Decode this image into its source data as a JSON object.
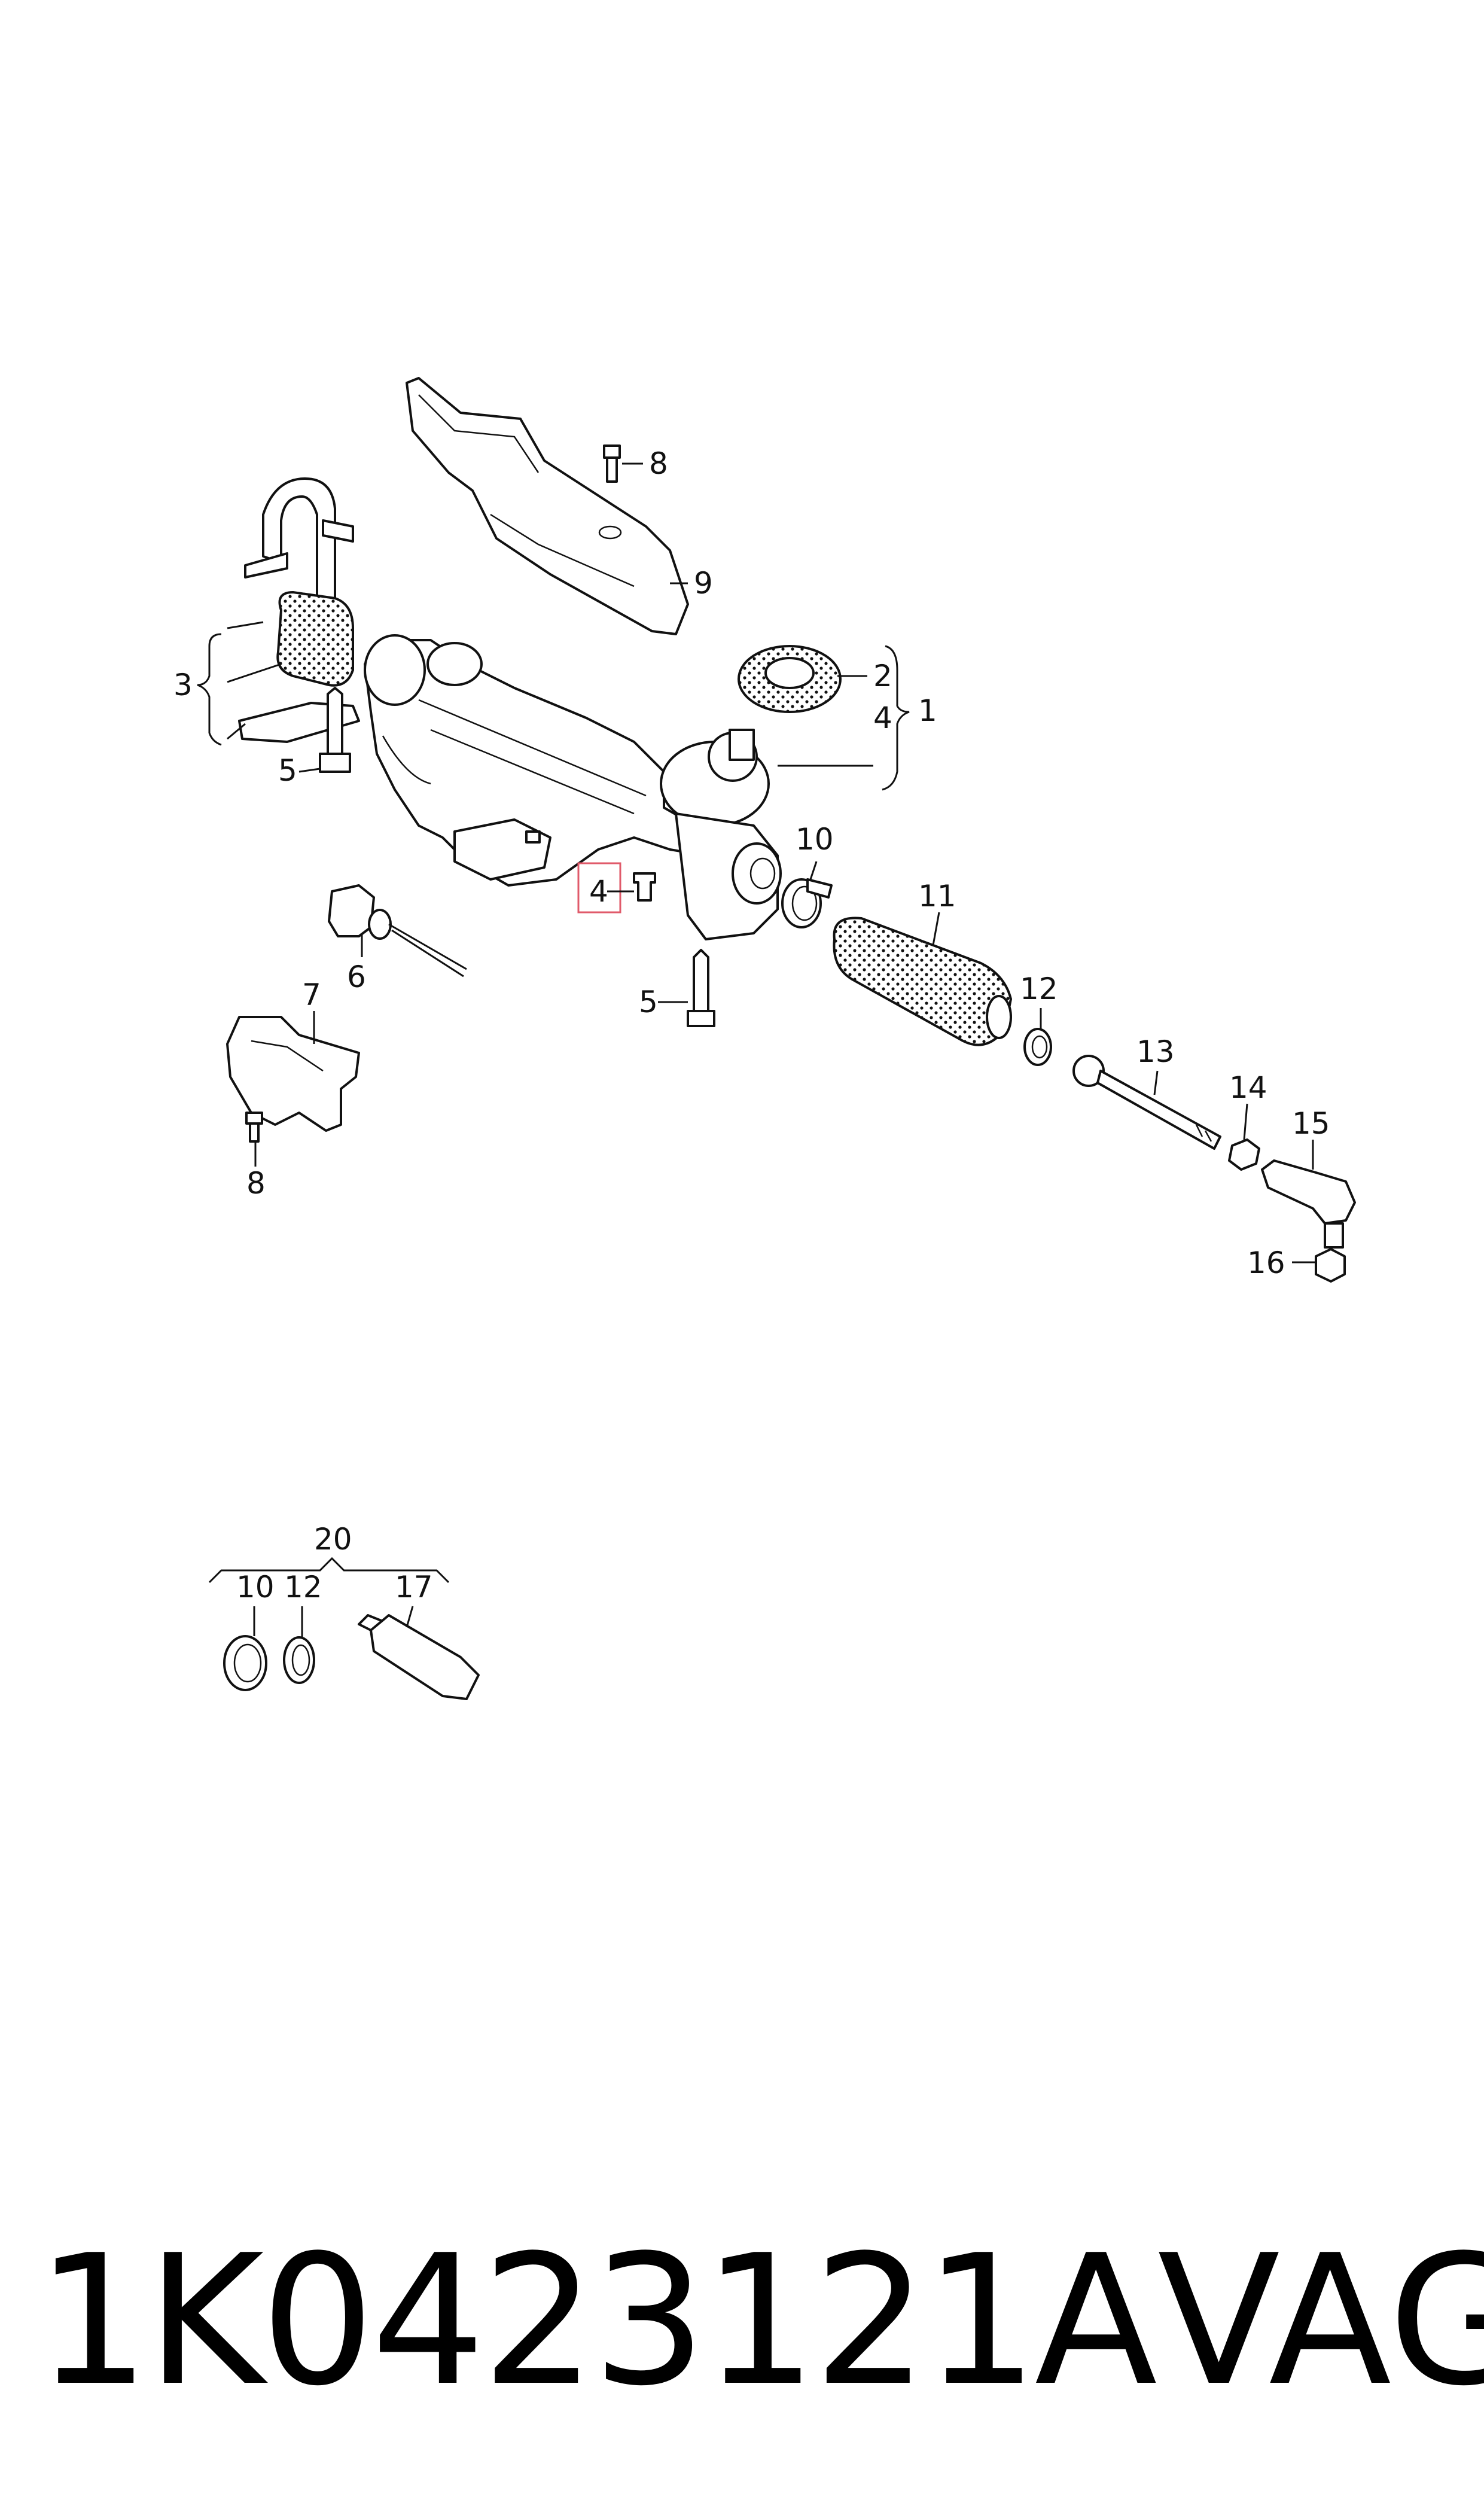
{
  "diagram": {
    "callouts": {
      "c1": "1",
      "c2": "2",
      "c3": "3",
      "c4_top": "4",
      "c4_highlight": "4",
      "c5_left": "5",
      "c5_bottom": "5",
      "c6": "6",
      "c7": "7",
      "c8_top": "8",
      "c8_bottom": "8",
      "c9": "9",
      "c10": "10",
      "c11": "11",
      "c12": "12",
      "c13": "13",
      "c14": "14",
      "c15": "15",
      "c16": "16"
    },
    "kit": {
      "group": "20",
      "items": [
        "10",
        "12",
        "17"
      ]
    },
    "highlight_color": "#e05a6a"
  },
  "caption": {
    "part_number": "1K0423121A",
    "brand": "VAG"
  }
}
